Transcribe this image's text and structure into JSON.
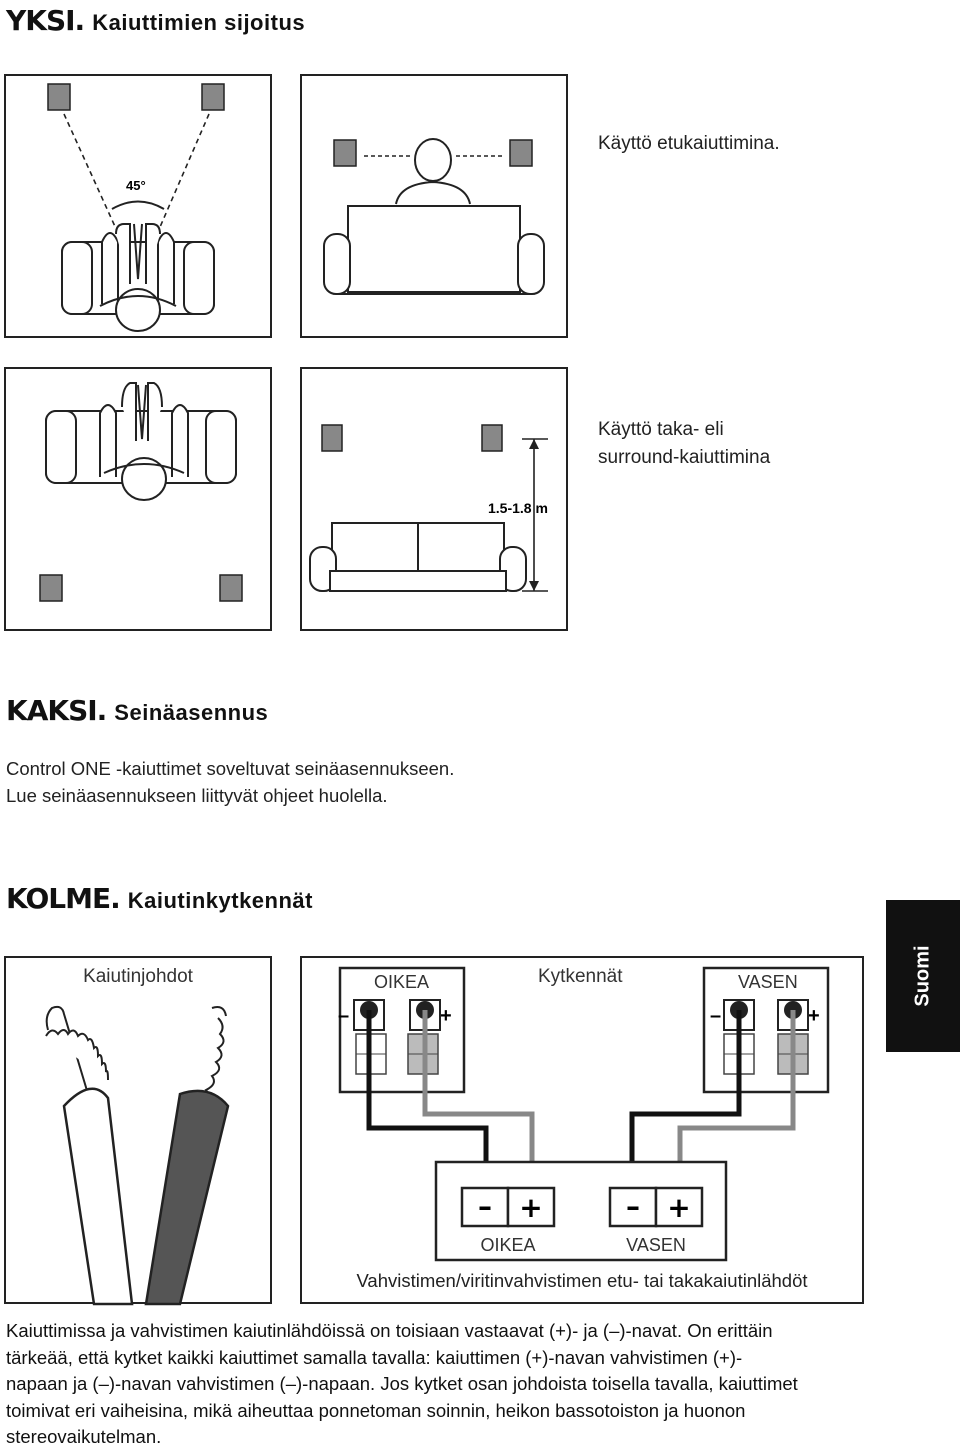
{
  "sections": {
    "one": {
      "keyword": "YKSI.",
      "title": "Kaiuttimien sijoitus"
    },
    "two": {
      "keyword": "KAKSI.",
      "title": "Seinäasennus",
      "lines": [
        "Control ONE -kaiuttimet soveltuvat seinäasennukseen.",
        "Lue seinäasennukseen liittyvät ohjeet huolella."
      ]
    },
    "three": {
      "keyword": "KOLME.",
      "title": "Kaiutinkytkennät"
    }
  },
  "placement": {
    "front_caption": "Käyttö etukaiuttimina.",
    "angle_label": "45°",
    "rear_caption_line1": "Käyttö taka- eli",
    "rear_caption_line2": "surround-kaiuttimina",
    "height_label": "1.5-1.8 m"
  },
  "wiring": {
    "cables_label": "Kaiutinjohdot",
    "connections_label": "Kytkennät",
    "right_speaker": "OIKEA",
    "left_speaker": "VASEN",
    "minus": "–",
    "plus": "+",
    "amp_right": "OIKEA",
    "amp_left": "VASEN",
    "amp_caption": "Vahvistimen/viritinvahvistimen etu- tai takakaiutinlähdöt"
  },
  "side_tab": "Suomi",
  "body_lines": [
    "Kaiuttimissa ja vahvistimen kaiutinlähdöissä on toisiaan vastaavat (+)- ja (–)-navat. On erittäin",
    "tärkeää, että kytket kaikki kaiuttimet samalla tavalla: kaiuttimen (+)-navan vahvistimen (+)-",
    "napaan ja (–)-navan vahvistimen (–)-napaan. Jos kytket osan johdoista toisella tavalla, kaiuttimet",
    "toimivat eri vaiheisina, mikä aiheuttaa ponnetoman soinnin, heikon bassotoiston ja huonon",
    "stereovaikutelman."
  ]
}
